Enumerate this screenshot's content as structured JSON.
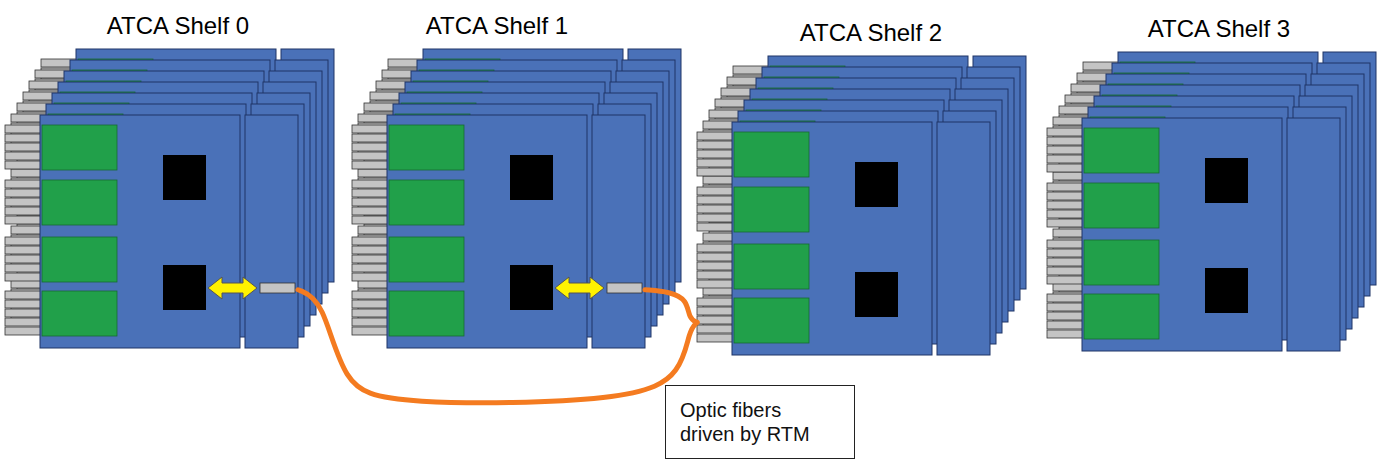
{
  "diagram": {
    "nodes": [
      {
        "text": [
          "ATCA Shelf 0"
        ]
      },
      {
        "text": [
          "ATCA Shelf 1"
        ]
      },
      {
        "text": [
          "ATCA Shelf 2"
        ]
      },
      {
        "text": [
          "ATCA Shelf 3"
        ]
      },
      {
        "text": [
          "Optic fibers driven by RTM"
        ]
      }
    ],
    "edges": [
      {
        "from": 0,
        "to": 2,
        "arrow": "none"
      },
      {
        "from": 1,
        "to": 2,
        "arrow": "none"
      }
    ]
  }
}
